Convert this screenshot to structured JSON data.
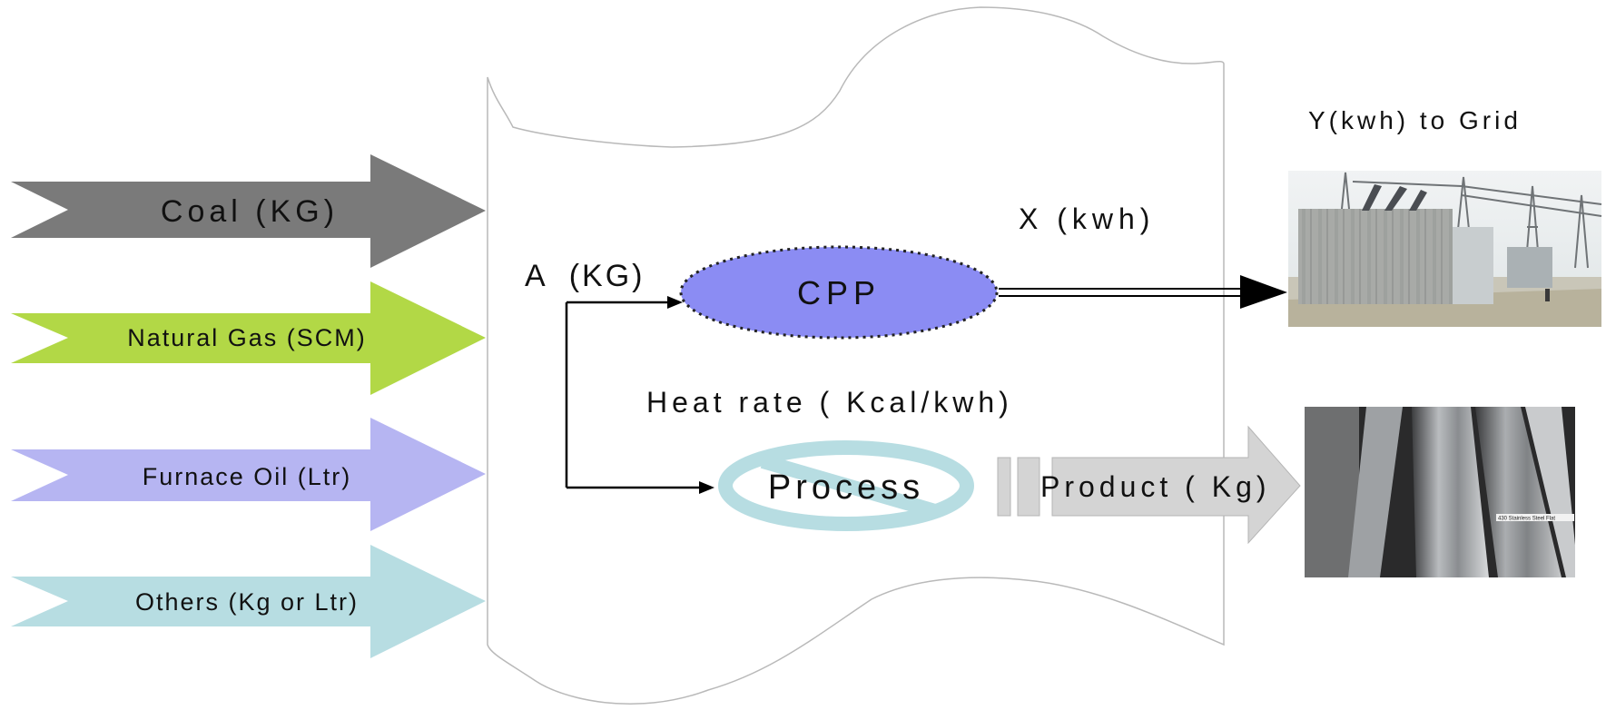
{
  "inputs": [
    {
      "id": "coal",
      "label": "Coal (KG)",
      "color": "#7a7a7a"
    },
    {
      "id": "natural-gas",
      "label": "Natural Gas (SCM)",
      "color": "#b2d846"
    },
    {
      "id": "furnace-oil",
      "label": "Furnace Oil (Ltr)",
      "color": "#b6b5f2"
    },
    {
      "id": "others",
      "label": "Others (Kg or Ltr)",
      "color": "#b7dde2"
    }
  ],
  "plant": {
    "feed_label": "A  (KG)",
    "cpp": {
      "label": "CPP",
      "color": "#8b8cf3"
    },
    "process": {
      "label": "Process",
      "color": "#b7dde2"
    },
    "heat_rate_label": "Heat rate ( Kcal/kwh)",
    "power_out_label": "X (kwh)",
    "product_label": "Product ( Kg)",
    "product_color": "#d4d4d4"
  },
  "outputs": {
    "grid_label": "Y(kwh) to Grid",
    "grid_photo": "substation-photo",
    "product_photo": "steel-product-photo",
    "product_photo_caption": "430 Stainless Steel Flat"
  }
}
